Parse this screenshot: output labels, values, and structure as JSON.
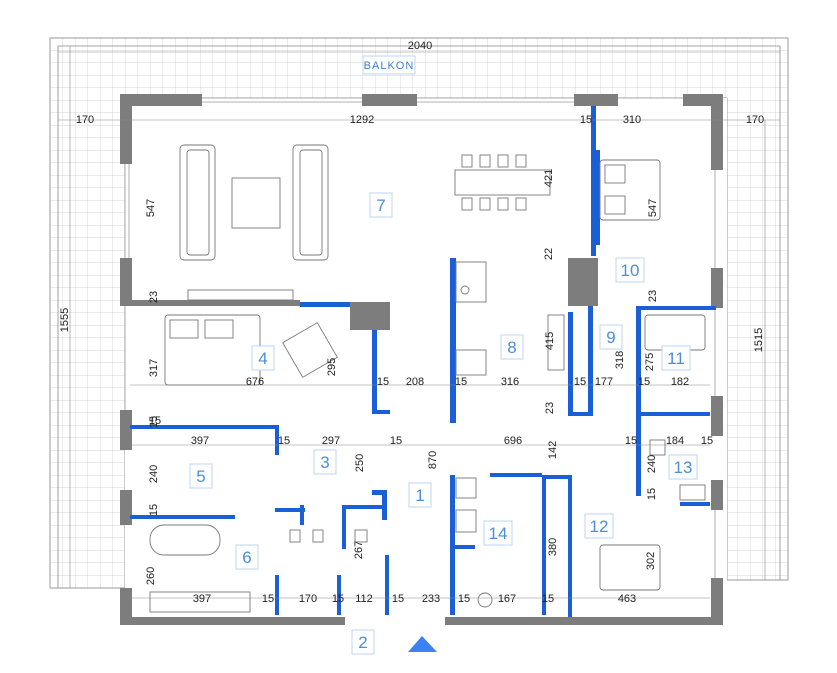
{
  "balcony_label": "BALKON",
  "colors": {
    "wall": "#7d7d7d",
    "partition": "#1b5fd6",
    "room_number": "#4a8fd8",
    "room_box": "#bcd5f2",
    "grid": "#c8c8c8",
    "entry_arrow": "#3b82f6"
  },
  "rooms": [
    {
      "id": "1",
      "label": "1"
    },
    {
      "id": "2",
      "label": "2"
    },
    {
      "id": "3",
      "label": "3"
    },
    {
      "id": "4",
      "label": "4"
    },
    {
      "id": "5",
      "label": "5"
    },
    {
      "id": "6",
      "label": "6"
    },
    {
      "id": "7",
      "label": "7"
    },
    {
      "id": "8",
      "label": "8"
    },
    {
      "id": "9",
      "label": "9"
    },
    {
      "id": "10",
      "label": "10"
    },
    {
      "id": "11",
      "label": "11"
    },
    {
      "id": "12",
      "label": "12"
    },
    {
      "id": "13",
      "label": "13"
    },
    {
      "id": "14",
      "label": "14"
    }
  ],
  "dimensions": {
    "total_width": "2040",
    "left_balcony": "170",
    "living_width": "1292",
    "wall_a": "15",
    "bedroom10_width": "310",
    "right_balcony": "170",
    "total_height_left": "1555",
    "total_height_right": "1515",
    "living_height": "547",
    "bedroom10_height": "547",
    "dining_421": "421",
    "kitchen_22": "22",
    "wall_23_left": "23",
    "wall_23_right": "23",
    "bedroom4_height": "317",
    "bedroom4_width": "676",
    "closet_295": "295",
    "wall_15_b4": "15",
    "hall_208": "208",
    "wall_15_k": "15",
    "kitchen_316": "316",
    "wall_15_k2": "15",
    "closet_177": "177",
    "laundry_318": "318",
    "bath11_275": "275",
    "wall_15_11": "15",
    "bath11_182": "182",
    "kitchen_415": "415",
    "wall_23_k": "23",
    "wall_15_5": "15",
    "room5_397": "397",
    "wall_15_5b": "15",
    "hall3_297": "297",
    "wall_15_3": "15",
    "corr_696": "696",
    "wall_15_13": "15",
    "bath13_184": "184",
    "wall_15_13b": "15",
    "room5_240": "240",
    "hall3_250": "250",
    "hall_870": "870",
    "corr_142": "142",
    "bath13_240": "240",
    "wall_15_6": "15",
    "wall_15_13c": "15",
    "bath6_267": "267",
    "closet_380": "380",
    "bedroom12_302": "302",
    "bath6_260": "260",
    "bath6_397": "397",
    "wall_15_bot1": "15",
    "wc_170": "170",
    "wall_15_bot2": "15",
    "wc_112": "112",
    "wall_15_bot3": "15",
    "entry_233": "233",
    "wall_15_bot4": "15",
    "room14_167": "167",
    "wall_15_bot5": "15",
    "bedroom12_463": "463"
  }
}
